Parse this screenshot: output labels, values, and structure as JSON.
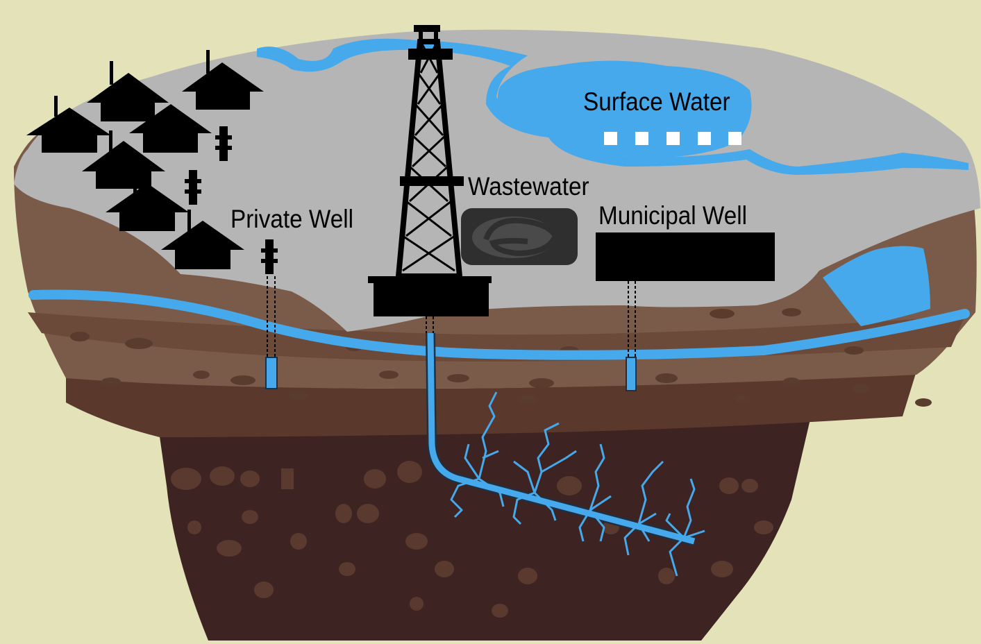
{
  "labels": {
    "surface_water": "Surface Water",
    "wastewater": "Wastewater",
    "private_well": "Private Well",
    "municipal_well": "Municipal Well"
  },
  "colors": {
    "background": "#e3e2b8",
    "surface": "#b5b5b5",
    "water": "#45a9ec",
    "topsoil": "#7a5a48",
    "soil_band": "#6b4a39",
    "subsoil": "#5a382c",
    "deep_rock": "#3d2422",
    "black": "#000000"
  },
  "icons": {
    "houses": "house-icon",
    "drilling_rig": "drilling-rig-icon",
    "wastewater_pit": "wastewater-pit-icon",
    "fractures": "fracture-icon",
    "well_marker": "well-marker-icon"
  }
}
